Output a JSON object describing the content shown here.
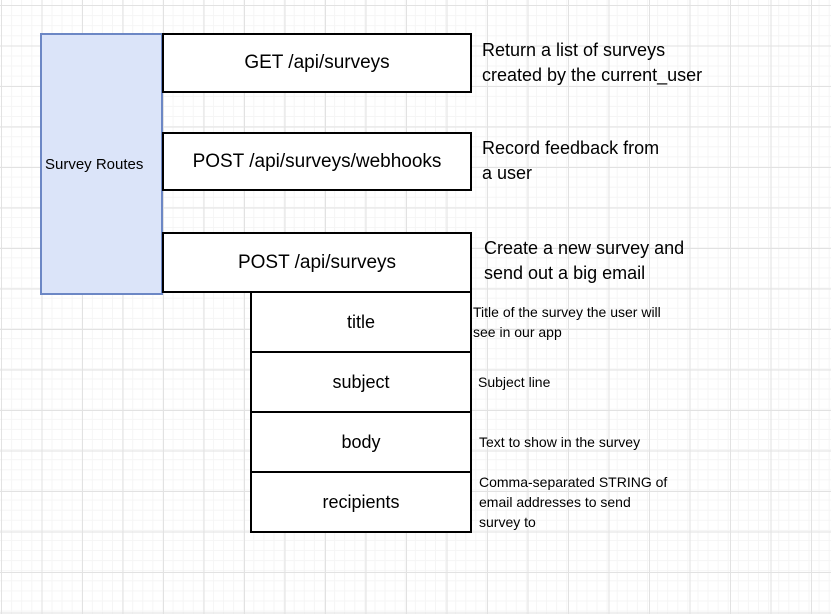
{
  "diagram": {
    "group": {
      "label": "Survey Routes"
    },
    "routes": [
      {
        "label": "GET /api/surveys",
        "description": "Return a list of surveys\ncreated by the current_user"
      },
      {
        "label": "POST /api/surveys/webhooks",
        "description": "Record feedback from\na user"
      },
      {
        "label": "POST /api/surveys",
        "description": "Create a new survey and\nsend out a big email"
      }
    ],
    "request_body_fields": [
      {
        "label": "title",
        "description": "Title of the survey the user will\nsee in our app"
      },
      {
        "label": "subject",
        "description": "Subject line"
      },
      {
        "label": "body",
        "description": "Text to show in the survey"
      },
      {
        "label": "recipients",
        "description": "Comma-separated STRING of\nemail addresses to send\nsurvey to"
      }
    ],
    "colors": {
      "group_fill": "#dbe4f9",
      "group_border": "#6c87c5",
      "shape_fill": "#ffffff",
      "shape_border": "#000000",
      "text": "#000000",
      "grid_major": "#e2e2e2",
      "grid_minor": "#f5f5f5",
      "background": "#ffffff"
    }
  }
}
